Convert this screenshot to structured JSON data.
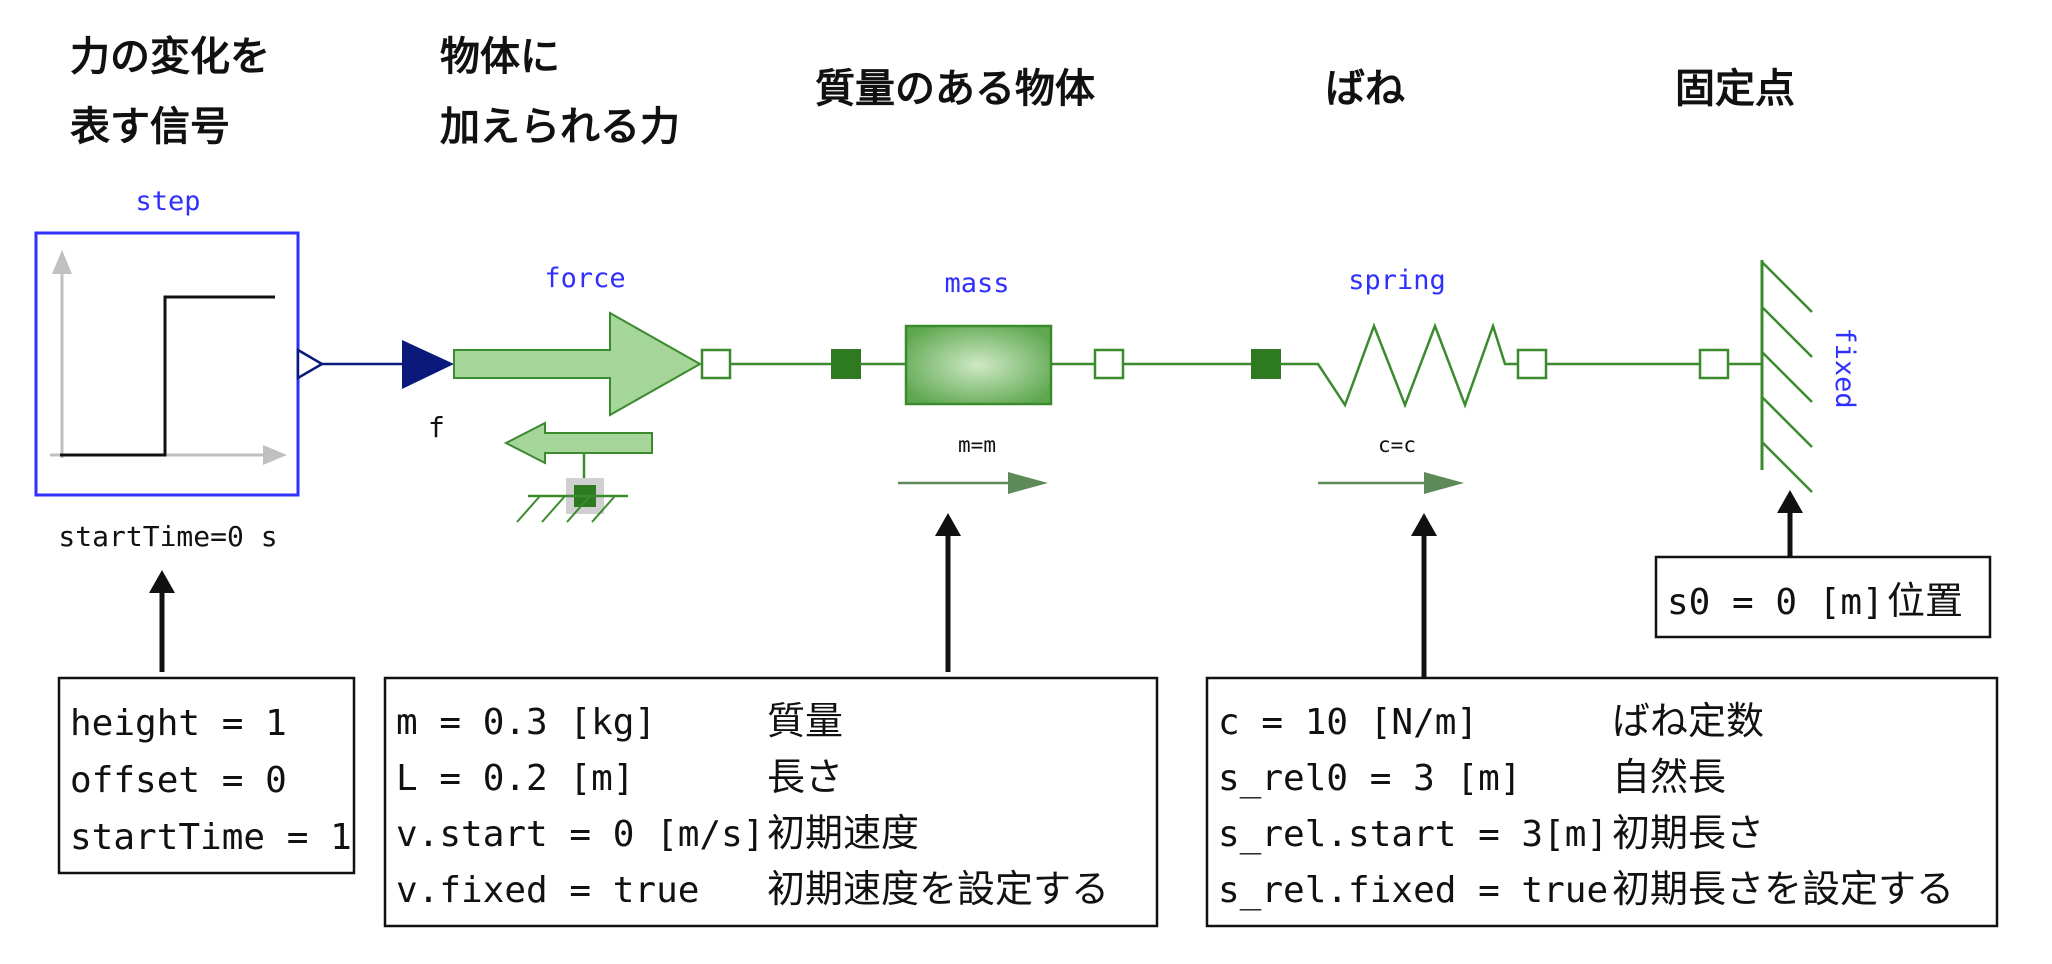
{
  "headers": {
    "signal": [
      "力の変化を",
      "表す信号"
    ],
    "force": [
      "物体に",
      "加えられる力"
    ],
    "mass": "質量のある物体",
    "spring": "ばね",
    "fixed": "固定点"
  },
  "components": {
    "step": {
      "name": "step",
      "param": "startTime=0 s"
    },
    "force": {
      "name": "force",
      "port_label": "f"
    },
    "mass": {
      "name": "mass",
      "param": "m=m"
    },
    "spring": {
      "name": "spring",
      "param": "c=c"
    },
    "fixed": {
      "name": "fixed"
    }
  },
  "param_boxes": {
    "step": [
      "height = 1",
      "offset = 0",
      "startTime = 1"
    ],
    "mass": [
      {
        "expr": "m = 0.3 [kg]",
        "desc": "質量"
      },
      {
        "expr": "L = 0.2 [m]",
        "desc": "長さ"
      },
      {
        "expr": "v.start = 0 [m/s]",
        "desc": "初期速度"
      },
      {
        "expr": "v.fixed = true",
        "desc": "初期速度を設定する"
      }
    ],
    "spring": [
      {
        "expr": "c = 10 [N/m]",
        "desc": "ばね定数"
      },
      {
        "expr": "s_rel0 = 3 [m]",
        "desc": "自然長"
      },
      {
        "expr": "s_rel.start = 3[m]",
        "desc": "初期長さ"
      },
      {
        "expr": "s_rel.fixed = true",
        "desc": "初期長さを設定する"
      }
    ],
    "fixed": {
      "expr": "s0 = 0 [m]",
      "desc": "位置"
    }
  },
  "colors": {
    "connector_blue": "#2f2fff",
    "signal_navy": "#0b1a7a",
    "mech_green": "#3b8a2e",
    "fill_green": "#a6d59a",
    "dark_green": "#2d7a20"
  }
}
